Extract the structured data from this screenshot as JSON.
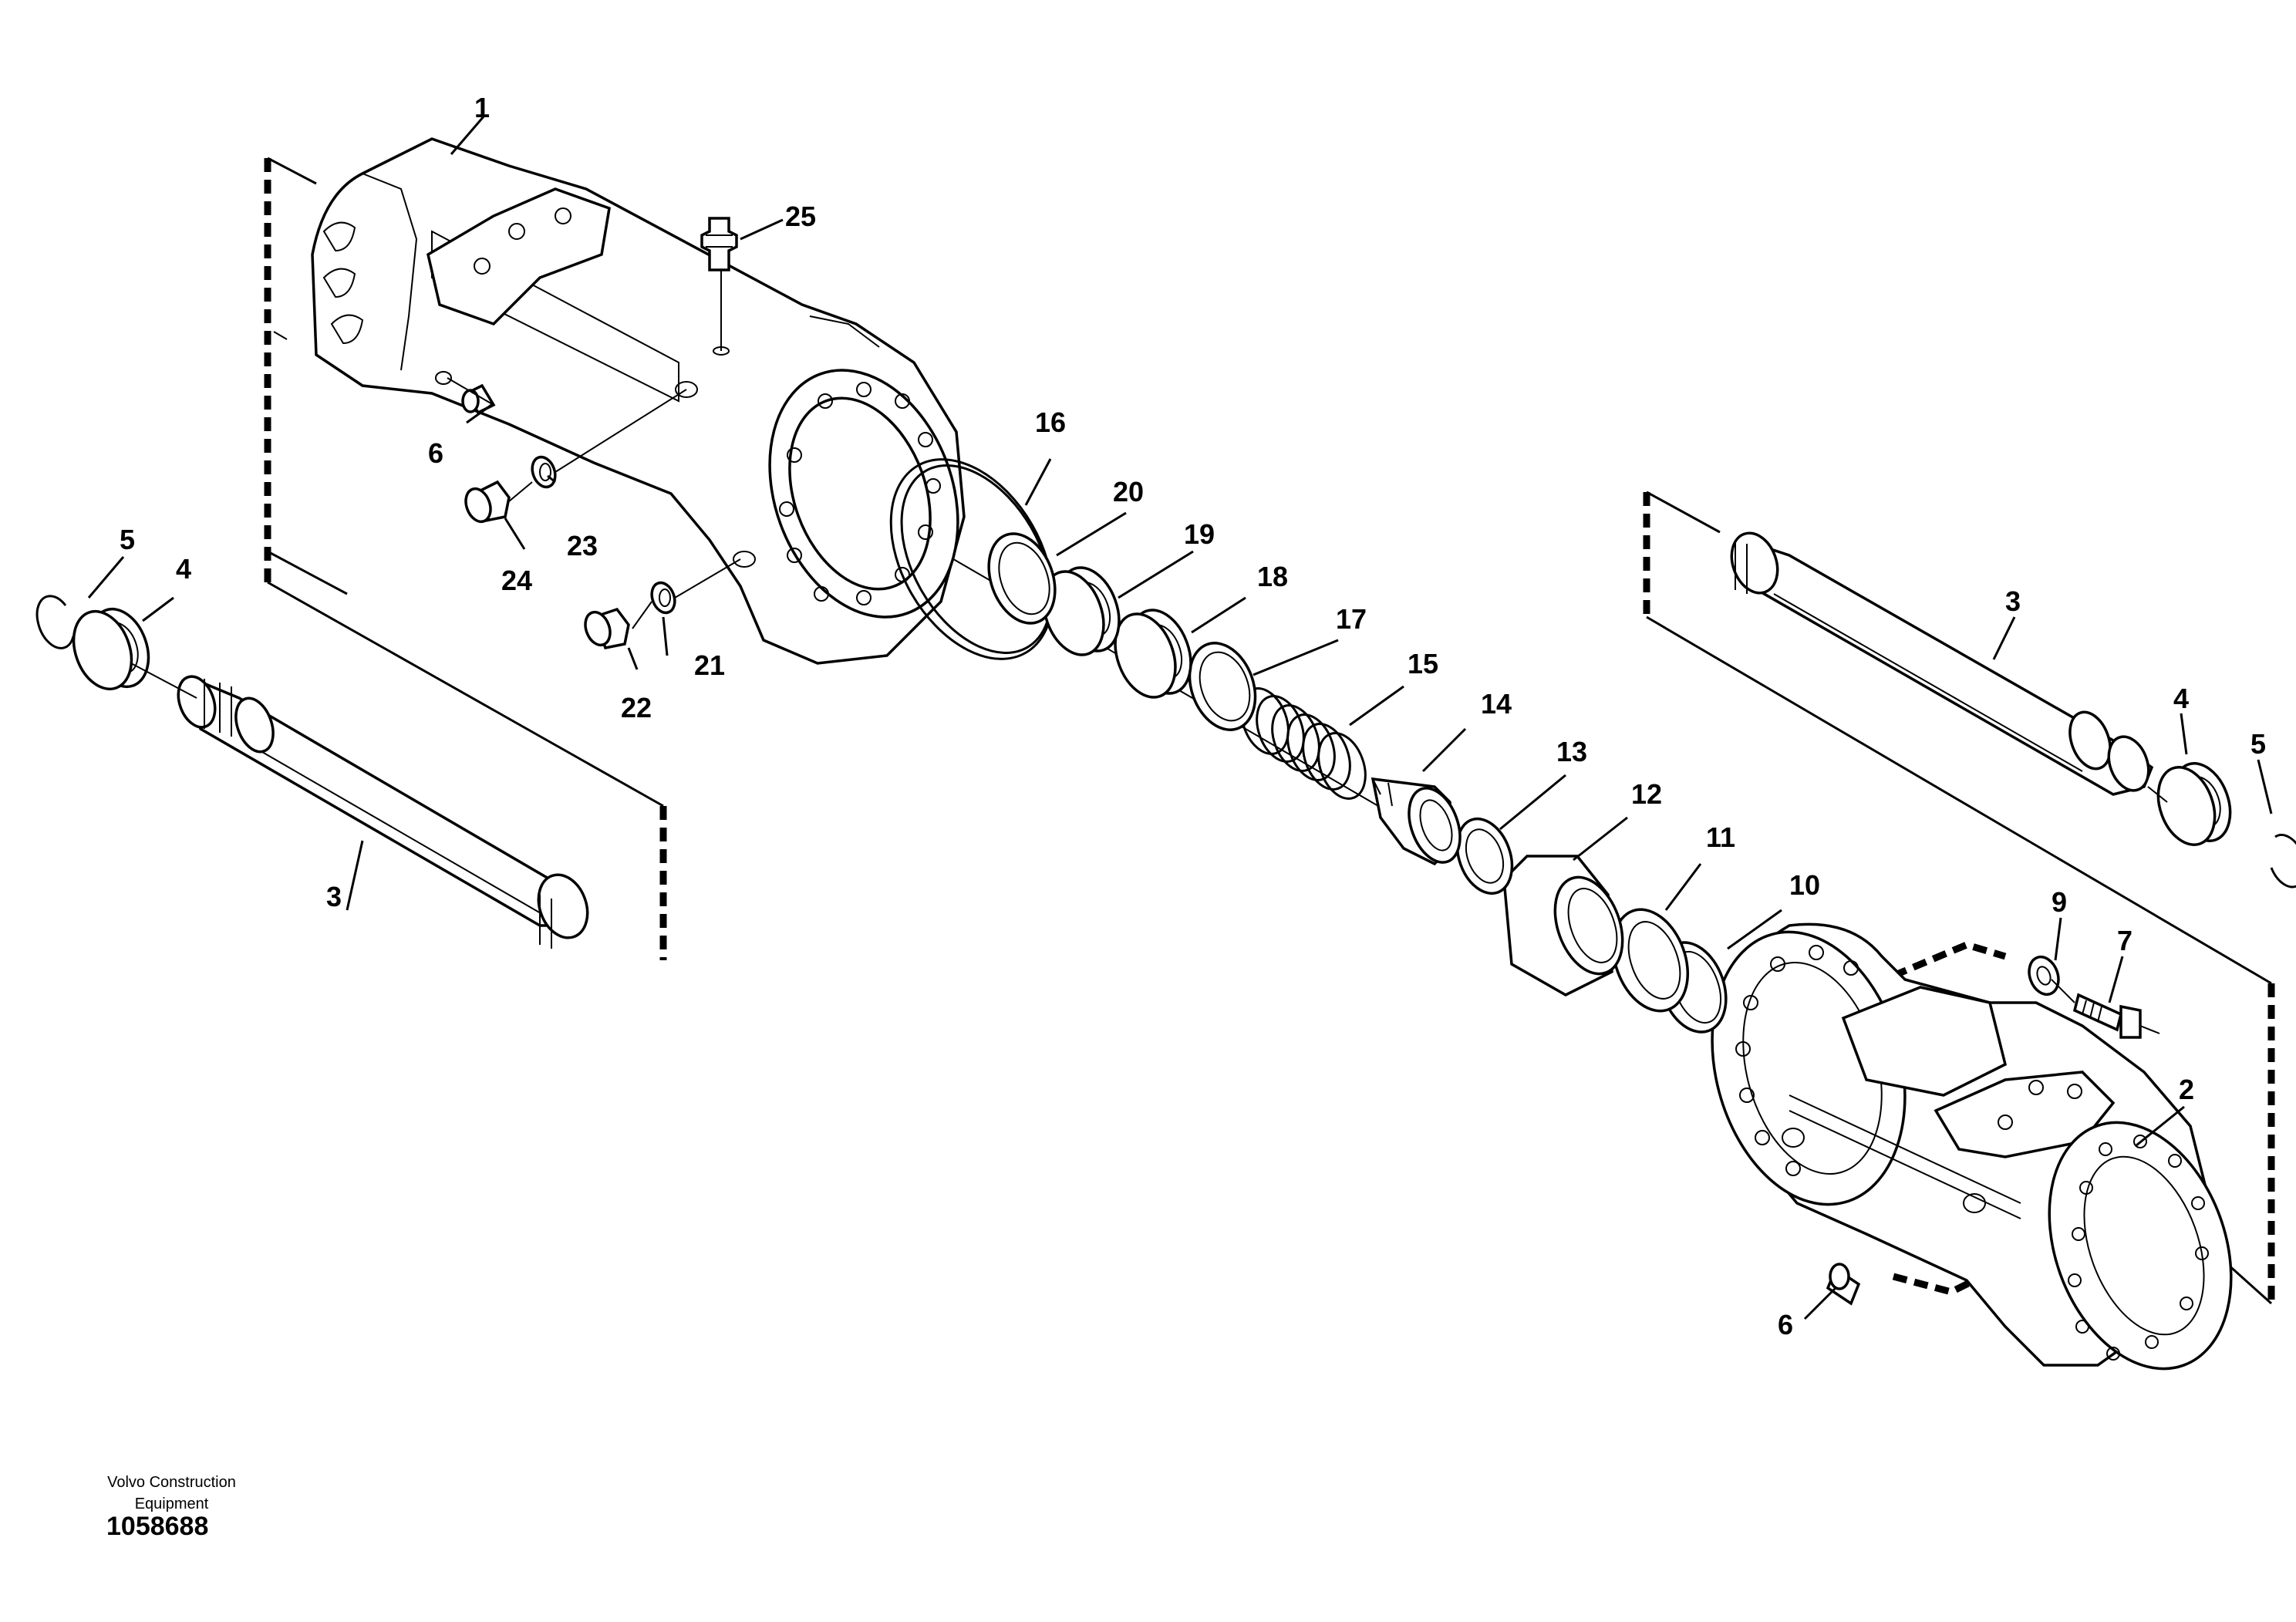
{
  "callouts": {
    "c1": "1",
    "c2": "2",
    "c3a": "3",
    "c3b": "3",
    "c4a": "4",
    "c4b": "4",
    "c5a": "5",
    "c5b": "5",
    "c6a": "6",
    "c6b": "6",
    "c7": "7",
    "c9": "9",
    "c10": "10",
    "c11": "11",
    "c12": "12",
    "c13": "13",
    "c14": "14",
    "c15": "15",
    "c16": "16",
    "c17": "17",
    "c18": "18",
    "c19": "19",
    "c20": "20",
    "c21": "21",
    "c22": "22",
    "c23": "23",
    "c24": "24",
    "c25": "25"
  },
  "footer": {
    "manufacturer_line1": "Volvo Construction",
    "manufacturer_line2": "Equipment",
    "document_number": "1058688"
  }
}
